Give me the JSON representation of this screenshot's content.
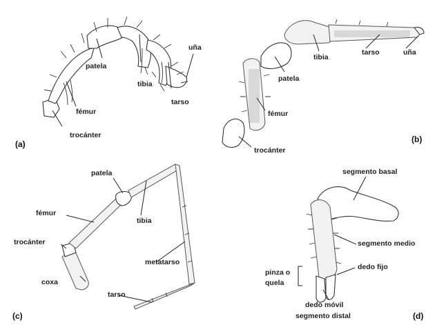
{
  "panels": {
    "a": {
      "tag": "(a)",
      "labels": {
        "trocanter": "trocánter",
        "femur": "fémur",
        "patela": "patela",
        "tibia": "tibia",
        "tarso": "tarso",
        "una": "uña"
      }
    },
    "b": {
      "tag": "(b)",
      "labels": {
        "trocanter": "trocánter",
        "femur": "fémur",
        "patela": "patela",
        "tibia": "tibia",
        "tarso": "tarso",
        "una": "uña"
      }
    },
    "c": {
      "tag": "(c)",
      "labels": {
        "coxa": "coxa",
        "trocanter": "trocánter",
        "femur": "fémur",
        "patela": "patela",
        "tibia": "tibia",
        "metatarso": "metatarso",
        "tarso": "tarso"
      }
    },
    "d": {
      "tag": "(d)",
      "labels": {
        "segmento_basal": "segmento basal",
        "segmento_medio": "segmento medio",
        "dedo_fijo": "dedo fijo",
        "pinza_line1": "pinza o",
        "pinza_line2": "quela",
        "dedo_movil": "dedo móvil",
        "segmento_distal": "segmento distal"
      }
    }
  }
}
